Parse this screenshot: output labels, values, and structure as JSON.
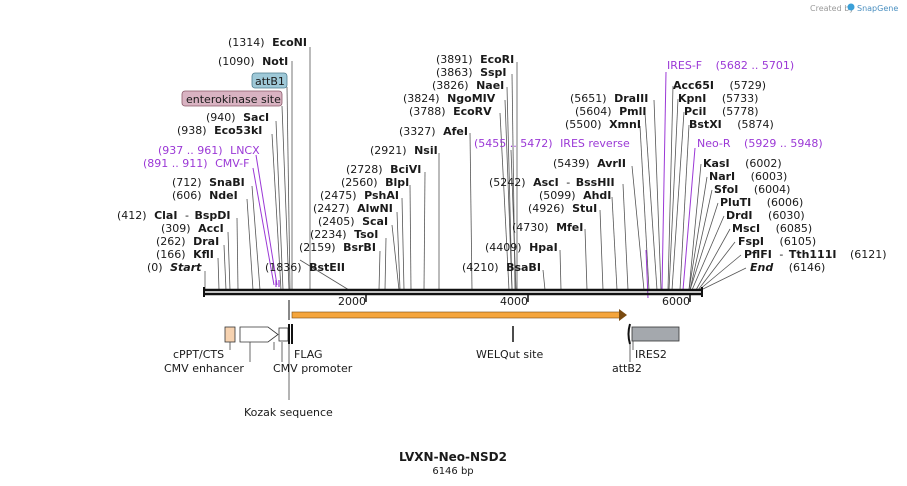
{
  "watermark": {
    "prefix": "Created by",
    "brand": "SnapGene"
  },
  "map": {
    "title": "LVXN-Neo-NSD2",
    "length": "6146 bp",
    "total_bp": 6146,
    "ruler_ticks": [
      "2000",
      "4000",
      "6000"
    ]
  },
  "sites": {
    "EcoNI": {
      "pos": "(1314)",
      "name": "EcoNI"
    },
    "NotI": {
      "pos": "(1090)",
      "name": "NotI"
    },
    "attB1": {
      "name": "attB1"
    },
    "entero": {
      "name": "enterokinase site"
    },
    "SacI": {
      "pos": "(940)",
      "name": "SacI"
    },
    "Eco53kI": {
      "pos": "(938)",
      "name": "Eco53kI"
    },
    "LNCX": {
      "pos": "(937 .. 961)",
      "name": "LNCX"
    },
    "CMVF": {
      "pos": "(891 .. 911)",
      "name": "CMV-F"
    },
    "SnaBI": {
      "pos": "(712)",
      "name": "SnaBI"
    },
    "NdeI": {
      "pos": "(606)",
      "name": "NdeI"
    },
    "ClaI": {
      "pos": "(412)",
      "name": "ClaI",
      "sep": "-",
      "name2": "BspDI"
    },
    "AccI": {
      "pos": "(309)",
      "name": "AccI"
    },
    "DraI": {
      "pos": "(262)",
      "name": "DraI"
    },
    "KflI": {
      "pos": "(166)",
      "name": "KflI"
    },
    "Start": {
      "pos": "(0)",
      "name": "Start"
    },
    "BstEII": {
      "pos": "(1836)",
      "name": "BstEII"
    },
    "EcoRI": {
      "pos": "(3891)",
      "name": "EcoRI"
    },
    "SspI": {
      "pos": "(3863)",
      "name": "SspI"
    },
    "NaeI": {
      "pos": "(3826)",
      "name": "NaeI"
    },
    "NgoMIV": {
      "pos": "(3824)",
      "name": "NgoMIV"
    },
    "EcoRV": {
      "pos": "(3788)",
      "name": "EcoRV"
    },
    "AfeI": {
      "pos": "(3327)",
      "name": "AfeI"
    },
    "NsiI": {
      "pos": "(2921)",
      "name": "NsiI"
    },
    "BciVI": {
      "pos": "(2728)",
      "name": "BciVI"
    },
    "BlpI": {
      "pos": "(2560)",
      "name": "BlpI"
    },
    "PshAI": {
      "pos": "(2475)",
      "name": "PshAI"
    },
    "AlwNI": {
      "pos": "(2427)",
      "name": "AlwNI"
    },
    "ScaI": {
      "pos": "(2405)",
      "name": "ScaI"
    },
    "TsoI": {
      "pos": "(2234)",
      "name": "TsoI"
    },
    "BsrBI": {
      "pos": "(2159)",
      "name": "BsrBI"
    },
    "IRESrev": {
      "pos": "(5455 .. 5472)",
      "name": "IRES reverse"
    },
    "DraIII": {
      "pos": "(5651)",
      "name": "DraIII"
    },
    "PmlI": {
      "pos": "(5604)",
      "name": "PmlI"
    },
    "XmnI": {
      "pos": "(5500)",
      "name": "XmnI"
    },
    "AvrII": {
      "pos": "(5439)",
      "name": "AvrII"
    },
    "AscI": {
      "pos": "(5242)",
      "name": "AscI",
      "sep": "-",
      "name2": "BssHII"
    },
    "AhdI": {
      "pos": "(5099)",
      "name": "AhdI"
    },
    "StuI": {
      "pos": "(4926)",
      "name": "StuI"
    },
    "MfeI": {
      "pos": "(4730)",
      "name": "MfeI"
    },
    "HpaI": {
      "pos": "(4409)",
      "name": "HpaI"
    },
    "BsaBI": {
      "pos": "(4210)",
      "name": "BsaBI"
    },
    "IRESF": {
      "name": "IRES-F",
      "pos": "(5682 .. 5701)"
    },
    "Acc65I": {
      "name": "Acc65I",
      "pos": "(5729)"
    },
    "KpnI": {
      "name": "KpnI",
      "pos": "(5733)"
    },
    "PciI": {
      "name": "PciI",
      "pos": "(5778)"
    },
    "BstXI": {
      "name": "BstXI",
      "pos": "(5874)"
    },
    "NeoR": {
      "name": "Neo-R",
      "pos": "(5929 .. 5948)"
    },
    "KasI": {
      "name": "KasI",
      "pos": "(6002)"
    },
    "NarI": {
      "name": "NarI",
      "pos": "(6003)"
    },
    "SfoI": {
      "name": "SfoI",
      "pos": "(6004)"
    },
    "PluTI": {
      "name": "PluTI",
      "pos": "(6006)"
    },
    "DrdI": {
      "name": "DrdI",
      "pos": "(6030)"
    },
    "MscI": {
      "name": "MscI",
      "pos": "(6085)"
    },
    "FspI": {
      "name": "FspI",
      "pos": "(6105)"
    },
    "PflFI": {
      "name": "PflFI",
      "sep": "-",
      "name2": "Tth111I",
      "pos": "(6121)"
    },
    "End": {
      "name": "End",
      "pos": "(6146)"
    }
  },
  "features": {
    "cppt": "cPPT/CTS",
    "cmv_enh": "CMV enhancer",
    "flag": "FLAG",
    "cmv_prom": "CMV promoter",
    "kozak": "Kozak sequence",
    "welqut": "WELQut site",
    "ires2": "IRES2",
    "attb2": "attB2"
  },
  "colors": {
    "primer": "#9b38d6",
    "attB1_fill": "#9fc9d8",
    "entero_fill": "#d9b3c2",
    "cppt_fill": "#f6d2b0",
    "orf_fill": "#f5a53c",
    "ires_fill": "#a4a8ad"
  }
}
